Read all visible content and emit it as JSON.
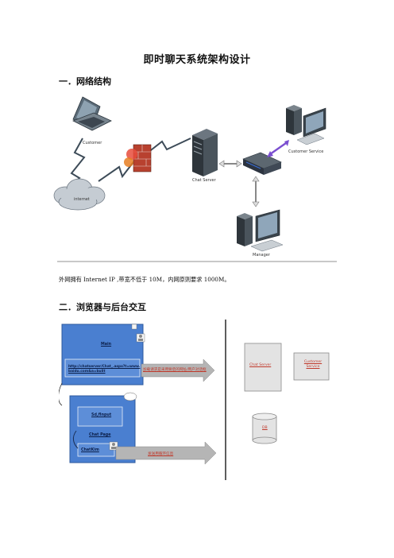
{
  "document": {
    "title": "即时聊天系统架构设计",
    "section1": {
      "heading": "一．网络结构"
    },
    "network": {
      "customer": "Customer",
      "internet": "internet",
      "chat_server": "Chat Server",
      "customer_service": "Customer Service",
      "manager": "Manager"
    },
    "paragraph": "外网拥有 Internet IP ,带宽不低于 10M，内网原则要求 1000M。",
    "section2": {
      "heading": "二．浏览器与后台交互"
    },
    "interaction": {
      "main_title": "Main",
      "main_url": "http://chatserver/Chat_.aspx?t=www. baidu.com&a=bulit",
      "main_note": "加载请求是采用要启的网址/用户对话框",
      "sub_input": "Sd,fInput",
      "chat_page": "Chat Page",
      "chatkim": "ChatKim",
      "chat_note": "发送用循环信息",
      "chat_server": "Chat Server",
      "customer_service": "Customer Service",
      "db": "DB"
    }
  }
}
